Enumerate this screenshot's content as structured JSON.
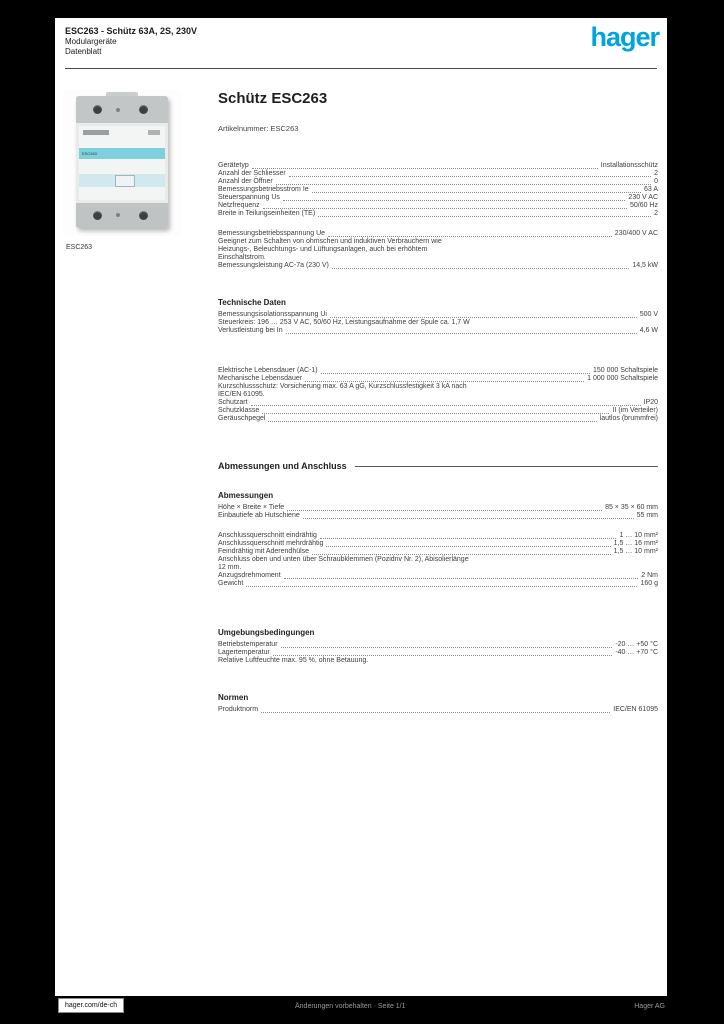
{
  "header": {
    "line1": "ESC263 - Schütz 63A, 2S, 230V",
    "line2": "Modulargeräte",
    "line3": "Datenblatt",
    "brand": "hager",
    "brand_color": "#00A3E0"
  },
  "product": {
    "title": "Schütz ESC263",
    "subtitle": "Artikelnummer: ESC263",
    "image_caption": "ESC263",
    "image_label": "ESC263"
  },
  "sections": [
    {
      "heading": "",
      "kind": "plain",
      "rows": [
        {
          "label": "Gerätetyp",
          "value": "Installationsschütz"
        },
        {
          "label": "Anzahl der Schliesser",
          "value": "2"
        },
        {
          "label": "Anzahl der Öffner",
          "value": "0"
        },
        {
          "label": "Bemessungsbetriebsstrom Ie",
          "value": "63 A"
        },
        {
          "label": "Steuerspannung Us",
          "value": "230 V AC"
        },
        {
          "label": "Netzfrequenz",
          "value": "50/60 Hz"
        },
        {
          "label": "Breite in Teilungseinheiten (TE)",
          "value": "2"
        }
      ]
    },
    {
      "heading": "",
      "kind": "plain",
      "rows": [
        {
          "label": "Bemessungsbetriebsspannung Ue",
          "value": "230/400 V AC"
        },
        {
          "note": "Geeignet zum Schalten von ohmschen und induktiven Verbrauchern wie Heizungs-, Beleuchtungs- und Lüftungsanlagen, auch bei erhöhtem Einschaltstrom."
        },
        {
          "label": "Bemessungsleistung AC-7a (230 V)",
          "value": "14,5 kW"
        }
      ]
    },
    {
      "heading": "Technische Daten",
      "kind": "plain",
      "rows": [
        {
          "label": "Bemessungsisolationsspannung Ui",
          "value": "500 V"
        },
        {
          "note": "Steuerkreis: 196 … 253 V AC, 50/60 Hz, Leistungsaufnahme der Spule ca. 1,7 W"
        },
        {
          "label": "Verlustleistung bei In",
          "value": "4,6 W"
        }
      ]
    },
    {
      "heading": "",
      "kind": "plain",
      "rows": [
        {
          "label": "Elektrische Lebensdauer (AC-1)",
          "value": "150 000 Schaltspiele"
        },
        {
          "label": "Mechanische Lebensdauer",
          "value": "1 000 000 Schaltspiele"
        },
        {
          "note": "Kurzschlussschutz: Vorsicherung max. 63 A gG, Kurzschlussfestigkeit 3 kA nach IEC/EN 61095."
        },
        {
          "label": "Schutzart",
          "value": "IP20"
        },
        {
          "label": "Schutzklasse",
          "value": "II (im Verteiler)"
        },
        {
          "label": "Geräuschpegel",
          "value": "lautlos (brummfrei)"
        }
      ]
    },
    {
      "heading": "Abmessungen und Anschluss",
      "kind": "ruled",
      "rows": []
    },
    {
      "heading": "Abmessungen",
      "kind": "plain",
      "rows": [
        {
          "label": "Höhe × Breite × Tiefe",
          "value": "85 × 35 × 60 mm"
        },
        {
          "label": "Einbautiefe ab Hutschiene",
          "value": "55 mm"
        }
      ]
    },
    {
      "heading": "",
      "kind": "plain",
      "rows": [
        {
          "label": "Anschlussquerschnitt eindrähtig",
          "value": "1 … 10 mm²"
        },
        {
          "label": "Anschlussquerschnitt mehrdrähtig",
          "value": "1,5 … 16 mm²"
        },
        {
          "label": "Feindrähtig mit Aderendhülse",
          "value": "1,5 … 10 mm²"
        },
        {
          "note": "Anschluss oben und unten über Schraubklemmen (Pozidriv Nr. 2), Abisolierlänge 12 mm."
        },
        {
          "label": "Anzugsdrehmoment",
          "value": "2 Nm"
        },
        {
          "label": "Gewicht",
          "value": "160 g"
        }
      ]
    },
    {
      "heading": "Umgebungsbedingungen",
      "kind": "plain",
      "rows": [
        {
          "label": "Betriebstemperatur",
          "value": "-20 … +50 °C"
        },
        {
          "label": "Lagertemperatur",
          "value": "-40 … +70 °C"
        },
        {
          "note": "Relative Luftfeuchte max. 95 %, ohne Betauung."
        }
      ]
    },
    {
      "heading": "Normen",
      "kind": "plain",
      "rows": [
        {
          "label": "Produktnorm",
          "value": "IEC/EN 61095"
        }
      ]
    }
  ],
  "footer": {
    "left": "hager.com/de-ch",
    "center": "Änderungen vorbehalten · Seite 1/1",
    "right": "Hager AG"
  }
}
